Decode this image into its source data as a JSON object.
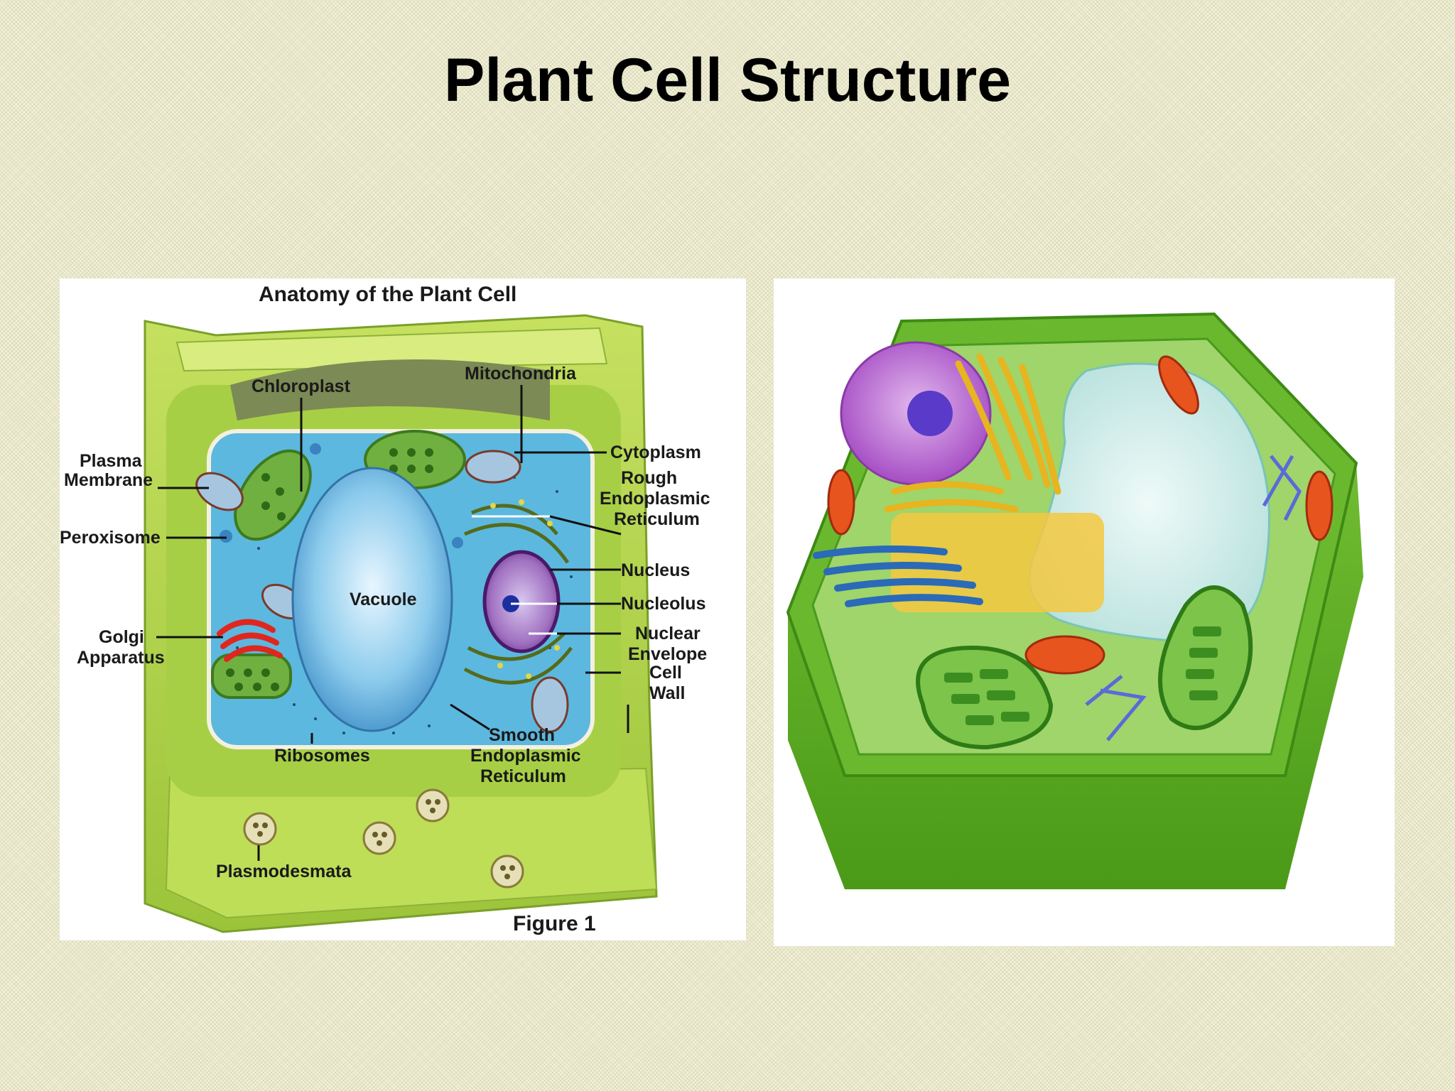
{
  "slide": {
    "title": "Plant Cell Structure"
  },
  "left_figure": {
    "title": "Anatomy of the Plant Cell",
    "caption": "Figure 1",
    "labels": {
      "chloroplast": "Chloroplast",
      "mitochondria": "Mitochondria",
      "plasma_membrane_1": "Plasma",
      "plasma_membrane_2": "Membrane",
      "cytoplasm": "Cytoplasm",
      "rough_er_1": "Rough",
      "rough_er_2": "Endoplasmic",
      "rough_er_3": "Reticulum",
      "peroxisome": "Peroxisome",
      "nucleus": "Nucleus",
      "vacuole": "Vacuole",
      "nucleolus": "Nucleolus",
      "golgi_1": "Golgi",
      "golgi_2": "Apparatus",
      "nuclear_envelope_1": "Nuclear",
      "nuclear_envelope_2": "Envelope",
      "cell_wall_1": "Cell",
      "cell_wall_2": "Wall",
      "ribosomes": "Ribosomes",
      "smooth_er_1": "Smooth",
      "smooth_er_2": "Endoplasmic",
      "smooth_er_3": "Reticulum",
      "plasmodesmata": "Plasmodesmata"
    }
  },
  "colors": {
    "cell_wall": "#b8d84a",
    "cytoplasm": "#5cb8de",
    "vacuole": "#8ccbec",
    "chloroplast": "#6fb040",
    "nucleus": "#8a3c9e",
    "golgi": "#e0261e",
    "background": "#f1f0da"
  }
}
